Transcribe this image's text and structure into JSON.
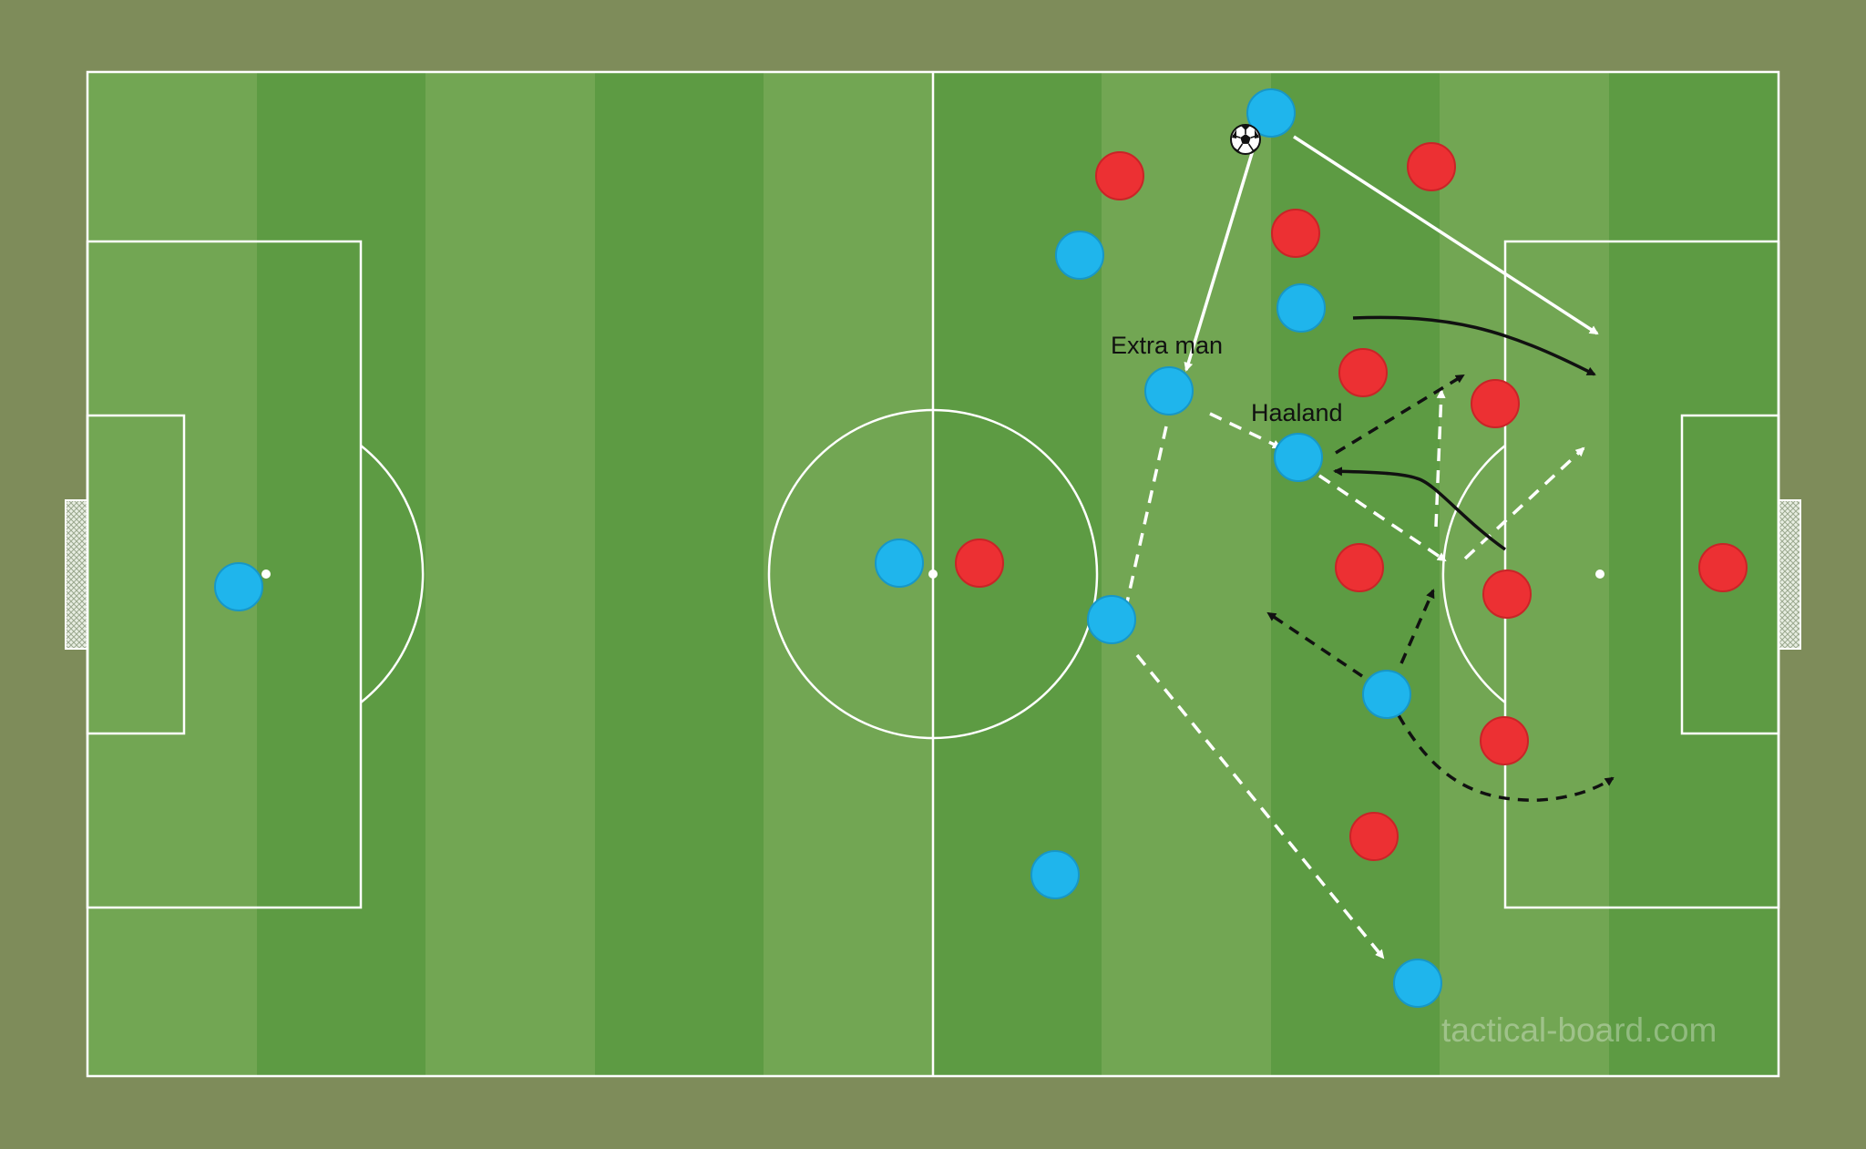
{
  "labels": {
    "extra_man": "Extra man",
    "haaland": "Haaland"
  },
  "watermark": "tactical-board.com",
  "colors": {
    "background": "#7e8c5a",
    "stripe_light": "#72a653",
    "stripe_dark": "#5d9b43",
    "lines": "#ffffff",
    "team_blue": "#1fb5ec",
    "team_red": "#ec3033",
    "pass_arrow": "#ffffff",
    "run_arrow": "#111111"
  },
  "teams": {
    "blue": {
      "color_name": "blue",
      "player_count": 11
    },
    "red": {
      "color_name": "red",
      "player_count": 11
    }
  },
  "ball": {
    "icon": "soccer-ball-icon"
  },
  "arrow_styles": [
    "white-solid-pass",
    "white-dashed-pass",
    "black-solid-run",
    "black-dashed-run"
  ]
}
